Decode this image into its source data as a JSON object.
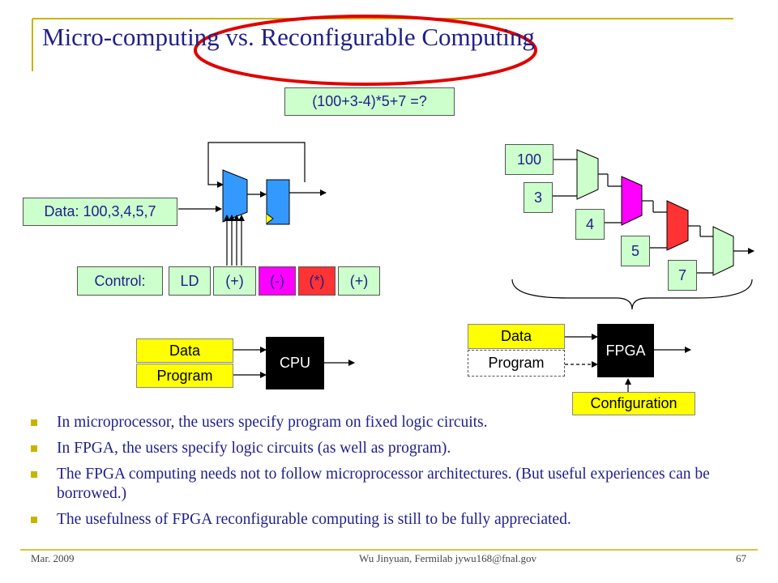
{
  "slide": {
    "title": "Micro-computing vs. Reconfigurable Computing",
    "expression": "(100+3-4)*5+7 =?",
    "data_label": "Data: 100,3,4,5,7",
    "control": {
      "label": "Control:",
      "steps": [
        "LD",
        "(+)",
        "(-)",
        "(*)",
        "(+)"
      ]
    },
    "cpu_diagram": {
      "data": "Data",
      "program": "Program",
      "cpu": "CPU"
    },
    "fpga_values": [
      "100",
      "3",
      "4",
      "5",
      "7"
    ],
    "fpga_diagram": {
      "data": "Data",
      "program": "Program",
      "fpga": "FPGA",
      "configuration": "Configuration"
    },
    "bullets": [
      "In microprocessor, the users specify program on fixed logic circuits.",
      "In FPGA, the users specify logic circuits (as well as program).",
      "The FPGA computing needs not to follow microprocessor architectures.  (But useful experiences can be borrowed.)",
      "The usefulness of FPGA reconfigurable computing is still to be fully appreciated."
    ],
    "footer": {
      "date": "Mar. 2009",
      "author": "Wu Jinyuan, Fermilab jywu168@fnal.gov",
      "page": "67"
    }
  },
  "colors": {
    "title": "#1f1f8a",
    "highlight_ellipse": "#e00000",
    "alu_blue": "#3399ff",
    "green": "#ccffcc",
    "magenta": "#ff00ff",
    "red": "#ff3333",
    "yellow": "#ffff00",
    "bullet": "#c8b400"
  }
}
